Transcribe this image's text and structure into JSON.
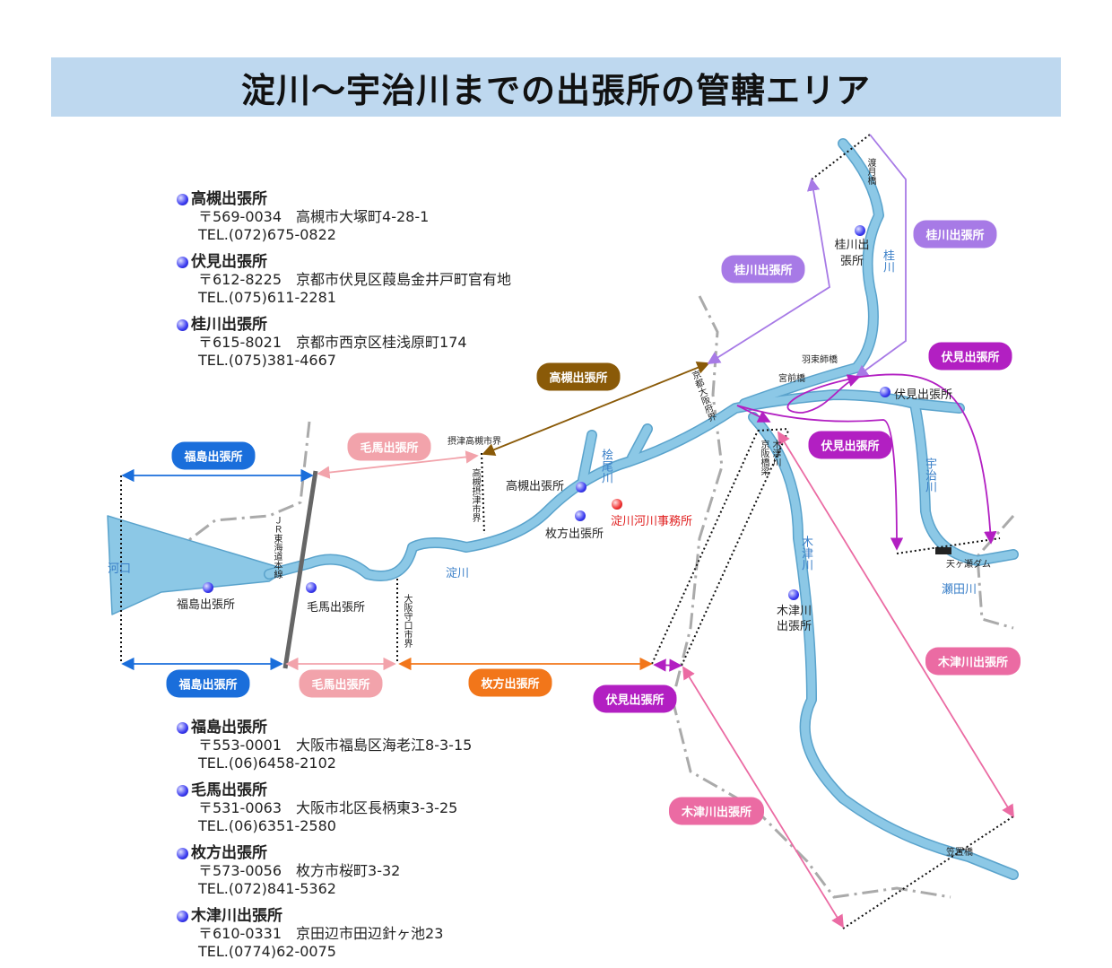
{
  "title": "淀川～宇治川までの出張所の管轄エリア",
  "offices_top": [
    {
      "name": "高槻出張所",
      "postal": "〒569-0034　高槻市大塚町4-28-1",
      "tel": "TEL.(072)675-0822"
    },
    {
      "name": "伏見出張所",
      "postal": "〒612-8225　京都市伏見区葭島金井戸町官有地",
      "tel": "TEL.(075)611-2281"
    },
    {
      "name": "桂川出張所",
      "postal": "〒615-8021　京都市西京区桂浅原町174",
      "tel": "TEL.(075)381-4667"
    }
  ],
  "offices_bottom": [
    {
      "name": "福島出張所",
      "postal": "〒553-0001　大阪市福島区海老江8-3-15",
      "tel": "TEL.(06)6458-2102"
    },
    {
      "name": "毛馬出張所",
      "postal": "〒531-0063　大阪市北区長柄東3-3-25",
      "tel": "TEL.(06)6351-2580"
    },
    {
      "name": "枚方出張所",
      "postal": "〒573-0056　枚方市桜町3-32",
      "tel": "TEL.(072)841-5362"
    },
    {
      "name": "木津川出張所",
      "postal": "〒610-0331　京田辺市田辺針ヶ池23",
      "tel": "TEL.(0774)62-0075"
    }
  ],
  "badges": {
    "fukushima": "福島出張所",
    "kema": "毛馬出張所",
    "hirakata": "枚方出張所",
    "takatsuki": "高槻出張所",
    "fushimi": "伏見出張所",
    "katsura": "桂川出張所",
    "kizugawa": "木津川出張所"
  },
  "colors": {
    "fukushima": "#1a6edb",
    "kema": "#f2a3ab",
    "hirakata": "#f2761a",
    "takatsuki": "#8a5a08",
    "fushimi": "#b21fc2",
    "katsura": "#a77ae6",
    "kizugawa": "#eb6ba3",
    "river": "#8cc8e6",
    "title_bg": "#bed8ef"
  },
  "map_labels": {
    "kakou": "河口",
    "fukushima_office": "福島出張所",
    "kema_office": "毛馬出張所",
    "jr_line": "ＪＲ東海道本線",
    "osaka_moriguchi": "大阪守口市界",
    "settsu_takatsuki": "摂津高槻市界",
    "takatsuki_settsu": "高槻摂津市界",
    "yodogawa": "淀川",
    "hirakata_office": "枚方出張所",
    "takatsuki_office": "高槻出張所",
    "hiogawa": "桧尾川",
    "yodogawa_jimusho": "淀川河川事務所",
    "kyoto_osaka": "京都大阪府界",
    "keihan": "京阪橋梁",
    "kizugawa_v": "木津川",
    "kizugawa_river": "木津川",
    "kizugawa_office": "木津川出張所",
    "ujigawa": "宇治川",
    "amagase": "天ヶ瀬ダム",
    "setagawa": "瀬田川",
    "fushimi_office": "伏見出張所",
    "miyamae": "宮前橋",
    "hazukashi": "羽束師橋",
    "katsura_office": "桂川出張所",
    "katsuragawa": "桂川",
    "togetsu": "渡月橋",
    "kasagi": "笠置橋"
  }
}
